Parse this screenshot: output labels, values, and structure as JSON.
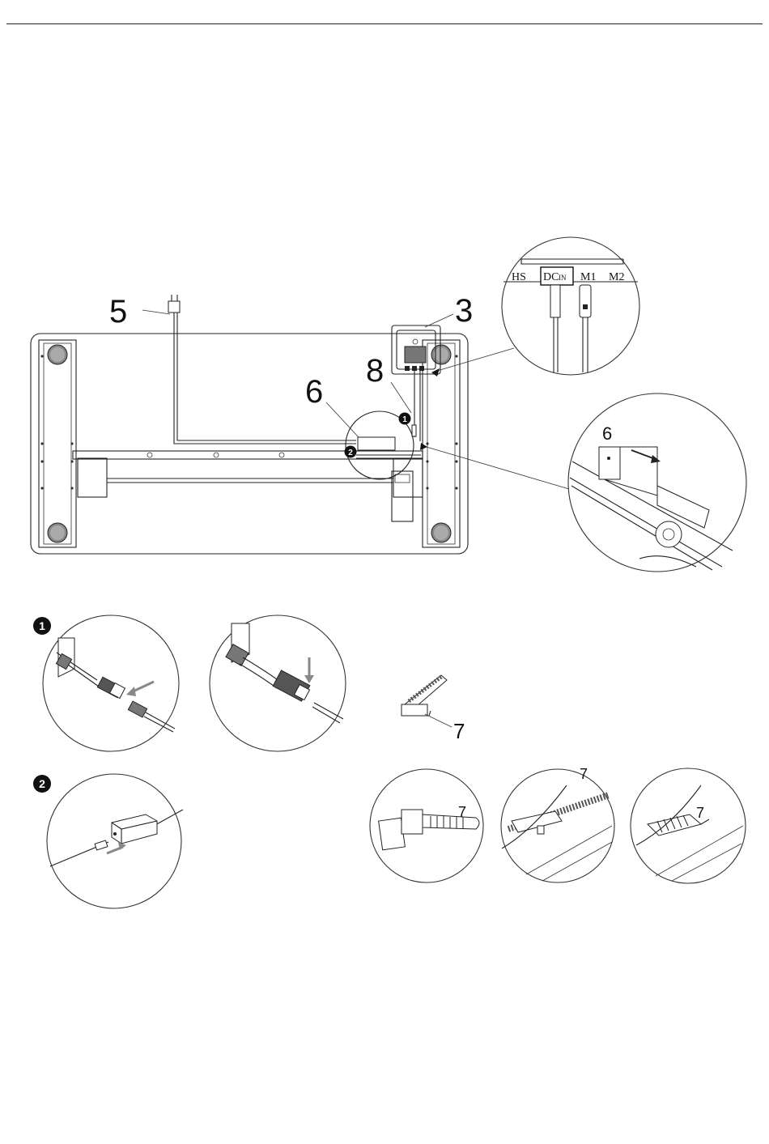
{
  "callouts": {
    "plug": "5",
    "control_box": "3",
    "cable": "8",
    "adapter": "6",
    "adapter_detail": "6",
    "tie": "7",
    "tie_a": "7",
    "tie_b": "7",
    "tie_c": "7"
  },
  "ports": {
    "hs": "HS",
    "dc": "DC",
    "dc_sub": "IN",
    "m1": "M1",
    "m2": "M2"
  },
  "steps": {
    "step1": "1",
    "step2": "2"
  },
  "colors": {
    "line": "#222222",
    "arrow": "#888888",
    "badge": "#111111"
  }
}
